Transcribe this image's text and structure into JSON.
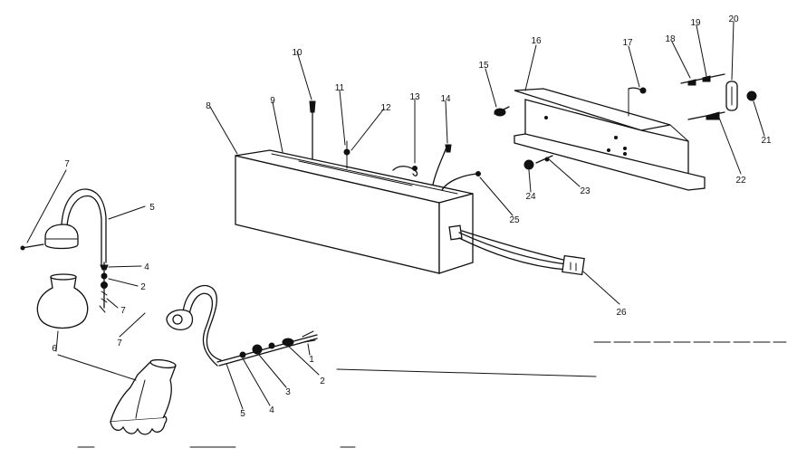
{
  "diagram": {
    "callouts": [
      {
        "id": "c-7a",
        "text": "7"
      },
      {
        "id": "c-5a",
        "text": "5"
      },
      {
        "id": "c-4a",
        "text": "4"
      },
      {
        "id": "c-2a",
        "text": "2"
      },
      {
        "id": "c-7b",
        "text": "7"
      },
      {
        "id": "c-6",
        "text": "6"
      },
      {
        "id": "c-7c",
        "text": "7"
      },
      {
        "id": "c-1",
        "text": "1"
      },
      {
        "id": "c-2b",
        "text": "2"
      },
      {
        "id": "c-3",
        "text": "3"
      },
      {
        "id": "c-4b",
        "text": "4"
      },
      {
        "id": "c-5b",
        "text": "5"
      },
      {
        "id": "c-8",
        "text": "8"
      },
      {
        "id": "c-9",
        "text": "9"
      },
      {
        "id": "c-10",
        "text": "10"
      },
      {
        "id": "c-11",
        "text": "11"
      },
      {
        "id": "c-12",
        "text": "12"
      },
      {
        "id": "c-13",
        "text": "13"
      },
      {
        "id": "c-14",
        "text": "14"
      },
      {
        "id": "c-25",
        "text": "25"
      },
      {
        "id": "c-26",
        "text": "26"
      },
      {
        "id": "c-15",
        "text": "15"
      },
      {
        "id": "c-16",
        "text": "16"
      },
      {
        "id": "c-17",
        "text": "17"
      },
      {
        "id": "c-18",
        "text": "18"
      },
      {
        "id": "c-19",
        "text": "19"
      },
      {
        "id": "c-20",
        "text": "20"
      },
      {
        "id": "c-21",
        "text": "21"
      },
      {
        "id": "c-22",
        "text": "22"
      },
      {
        "id": "c-23",
        "text": "23"
      },
      {
        "id": "c-24",
        "text": "24"
      }
    ]
  }
}
